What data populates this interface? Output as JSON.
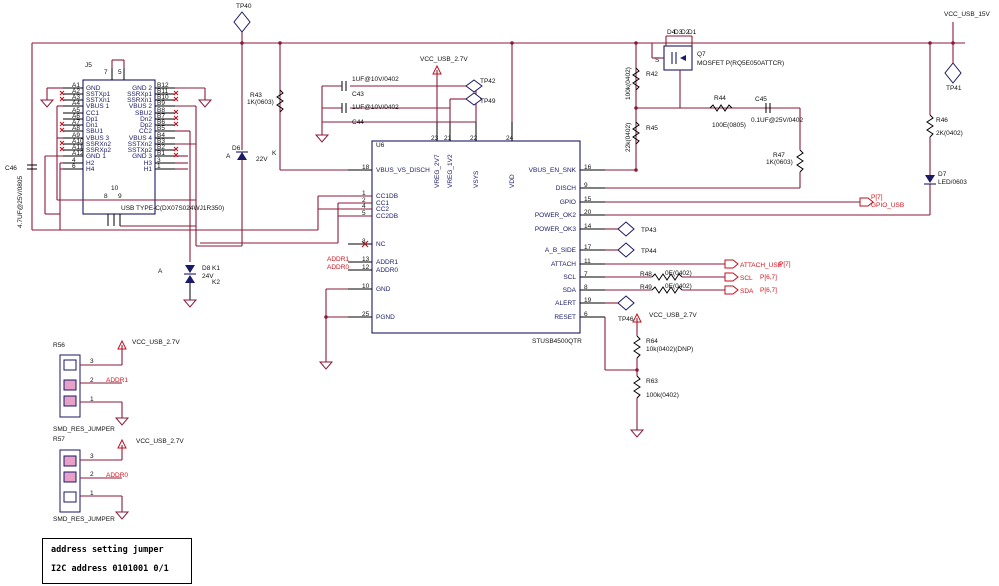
{
  "testpoints": {
    "tp40": "TP40",
    "tp41": "TP41",
    "tp42": "TP42",
    "tp49": "TP49",
    "tp43": "TP43",
    "tp44": "TP44",
    "tp46": "TP46"
  },
  "power": {
    "vcc15": "VCC_USB_15V",
    "vcc27a": "VCC_USB_2.7V",
    "vcc27b": "VCC_USB_2.7V",
    "vcc27c": "VCC_USB_2.7V",
    "vcc27d": "VCC_USB_2.7V"
  },
  "j5": {
    "ref": "J5",
    "part": "USB TYPE-C(DX07S024WJ1R350)",
    "left_pins": [
      "A1",
      "A2",
      "A3",
      "A4",
      "A5",
      "A6",
      "A7",
      "A8",
      "A9",
      "A10",
      "A11",
      "A12",
      "4",
      "6"
    ],
    "left_names": [
      "GND",
      "SSTXp1",
      "SSTXn1",
      "VBUS 1",
      "CC1",
      "Dp1",
      "Dn1",
      "SBU1",
      "VBUS 3",
      "SSRXn2",
      "SSRXp2",
      "GND 1",
      "H2",
      "H4"
    ],
    "right_pins": [
      "B12",
      "B11",
      "B10",
      "B9",
      "B8",
      "B7",
      "B6",
      "B5",
      "B4",
      "B3",
      "B2",
      "B1",
      "3",
      "1"
    ],
    "right_names": [
      "GND 2",
      "SSRXp1",
      "SSRXn1",
      "VBUS 2",
      "SBU2",
      "Dn2",
      "Dp2",
      "CC2",
      "VBUS 4",
      "SSTXn2",
      "SSTXp2",
      "GND 3",
      "H3",
      "H1"
    ],
    "top_pins": [
      "7",
      "5"
    ],
    "bot_pins": [
      "8",
      "10",
      "9"
    ]
  },
  "u6": {
    "ref": "U6",
    "part": "STUSB4500QTR",
    "left": [
      {
        "pin": "18",
        "name": "VBUS_VS_DISCH"
      },
      {
        "pin": "1",
        "name": "CC1DB"
      },
      {
        "pin": "2",
        "name": "CC1"
      },
      {
        "pin": "4",
        "name": "CC2"
      },
      {
        "pin": "5",
        "name": "CC2DB"
      },
      {
        "pin": "3",
        "name": "NC"
      },
      {
        "pin": "13",
        "name": "ADDR1"
      },
      {
        "pin": "12",
        "name": "ADDR0"
      },
      {
        "pin": "10",
        "name": "GND"
      },
      {
        "pin": "25",
        "name": "PGND"
      }
    ],
    "top": [
      {
        "pin": "23",
        "name": "VREG_2V7"
      },
      {
        "pin": "21",
        "name": "VREG_1V2"
      },
      {
        "pin": "22",
        "name": "VSYS"
      },
      {
        "pin": "24",
        "name": "VDD"
      }
    ],
    "right": [
      {
        "pin": "16",
        "name": "VBUS_EN_SNK"
      },
      {
        "pin": "9",
        "name": "DISCH"
      },
      {
        "pin": "15",
        "name": "GPIO"
      },
      {
        "pin": "20",
        "name": "POWER_OK2"
      },
      {
        "pin": "14",
        "name": "POWER_OK3"
      },
      {
        "pin": "17",
        "name": "A_B_SIDE"
      },
      {
        "pin": "11",
        "name": "ATTACH"
      },
      {
        "pin": "7",
        "name": "SCL"
      },
      {
        "pin": "8",
        "name": "SDA"
      },
      {
        "pin": "19",
        "name": "ALERT"
      },
      {
        "pin": "6",
        "name": "RESET"
      }
    ]
  },
  "parts": {
    "r42": "R42",
    "r42v": "100k(0402)",
    "r45": "R45",
    "r45v": "22k(0402)",
    "r44": "R44",
    "r44v": "100E(0805)",
    "c45": "C45",
    "c45v": "0.1UF@25V/0402",
    "r47": "R47",
    "r47v": "1K(0603)",
    "r46": "R46",
    "r46v": "2K(0402)",
    "d7": "D7",
    "d7v": "LED/0603",
    "r43": "R43",
    "r43v": "1K(0603)",
    "d6": "D6",
    "d6v": "22V",
    "d6k": "K",
    "d6a": "A",
    "d8": "D8",
    "d8k1": "K1",
    "d8v": "24V",
    "d8k2": "K2",
    "d8a": "A",
    "c43": "C43",
    "c43v": "1UF@10V/0402",
    "c44": "C44",
    "c44v": "1UF@10V/0402",
    "c46": "C46",
    "c46v": "4.7UF@25V/0805",
    "q7": "Q7",
    "q7v": "MOSFET P(RQ5E050ATTCR)",
    "q7s": "S",
    "q7pins": [
      "D4",
      "D3",
      "D2",
      "D1"
    ],
    "r48": "R48",
    "r48v": "0E(0402)",
    "r49": "R49",
    "r49v": "0E(0402)",
    "r64": "R64",
    "r64v": "10k(0402)(DNP)",
    "r63": "R63",
    "r63v": "100k(0402)",
    "r56": "R56",
    "r57": "R57",
    "jumper": "SMD_RES_JUMPER",
    "jumper2": "SMD_RES_JUMPER",
    "addr1": "ADDR1",
    "addr0": "ADDR0",
    "addr1b": "ADDR1",
    "addr0b": "ADDR0"
  },
  "nets": {
    "gpio_usb": "GPIO_USB",
    "p7": "P[7]",
    "attach_usb": "ATTACH_USB",
    "attach_p": "P[7]",
    "scl": "SCL",
    "scl_p": "P[6,7]",
    "sda": "SDA",
    "sda_p": "P[6,7]"
  },
  "note": {
    "line1": "address setting jumper",
    "line2": "I2C address 0101001 0/1"
  },
  "colors": {
    "wire": "#8b1a3a",
    "body": "#1a1a66",
    "net": "#d2141e",
    "jumper": "#e040a0"
  }
}
